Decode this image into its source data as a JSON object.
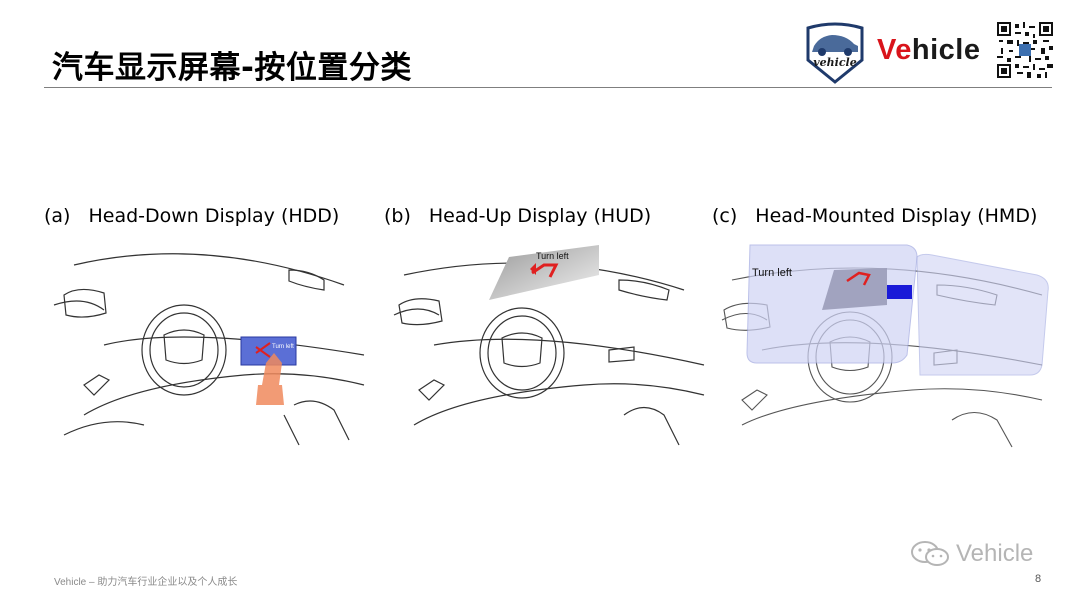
{
  "slide": {
    "title": "汽车显示屏幕-按位置分类",
    "brand_ve": "Ve",
    "brand_rest": "hicle",
    "emblem_text": "vehicle",
    "footer_text": "Vehicle – 助力汽车行业企业以及个人成长",
    "page_number": "8",
    "watermark_text": "Vehicle"
  },
  "panels": [
    {
      "tag": "(a)",
      "label": "Head-Down Display (HDD)",
      "overlay_text": "Turn left"
    },
    {
      "tag": "(b)",
      "label": "Head-Up Display (HUD)",
      "overlay_text": "Turn left"
    },
    {
      "tag": "(c)",
      "label": "Head-Mounted Display (HMD)",
      "overlay_text": "Turn left"
    }
  ],
  "colors": {
    "brand_red": "#d9141b",
    "hdd_screen": "#5b6fd6",
    "hud_arrow": "#e02020",
    "hmd_lens": "#cfd3f5",
    "hmd_band": "#1a1ad8",
    "touch_hand": "#f08a5d"
  }
}
